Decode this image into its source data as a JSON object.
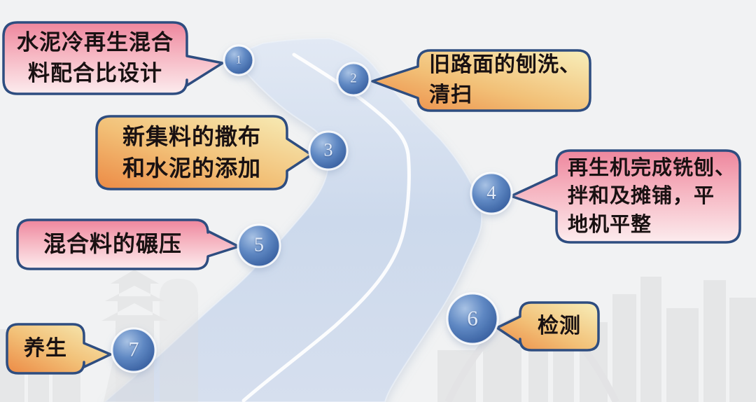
{
  "diagram": {
    "description": "cement-cold-recycling-construction-process-roadmap",
    "steps": [
      {
        "num": "1",
        "label": "水泥冷再生混合\n料配合比设计",
        "style": "pink"
      },
      {
        "num": "2",
        "label": "旧路面的刨洗、\n清扫",
        "style": "orange"
      },
      {
        "num": "3",
        "label": "新集料的撒布\n和水泥的添加",
        "style": "orange"
      },
      {
        "num": "4",
        "label": "再生机完成铣刨、\n拌和及摊铺，平\n地机平整",
        "style": "pink"
      },
      {
        "num": "5",
        "label": "混合料的碾压",
        "style": "pink"
      },
      {
        "num": "6",
        "label": "检测",
        "style": "orange"
      },
      {
        "num": "7",
        "label": "养生",
        "style": "orange"
      }
    ],
    "colors": {
      "background": "#f1f2f3",
      "road_light": "#e0e8f4",
      "road_dark": "#c7d4e9",
      "bubble_border": "#2e4d80",
      "pink_top": "#ee869d",
      "pink_bottom": "#fcecee",
      "orange_deep": "#ec8a45",
      "orange_light": "#f7efbb",
      "marker_blue": "#2d5496",
      "marker_number": "#e2ebf8"
    }
  }
}
